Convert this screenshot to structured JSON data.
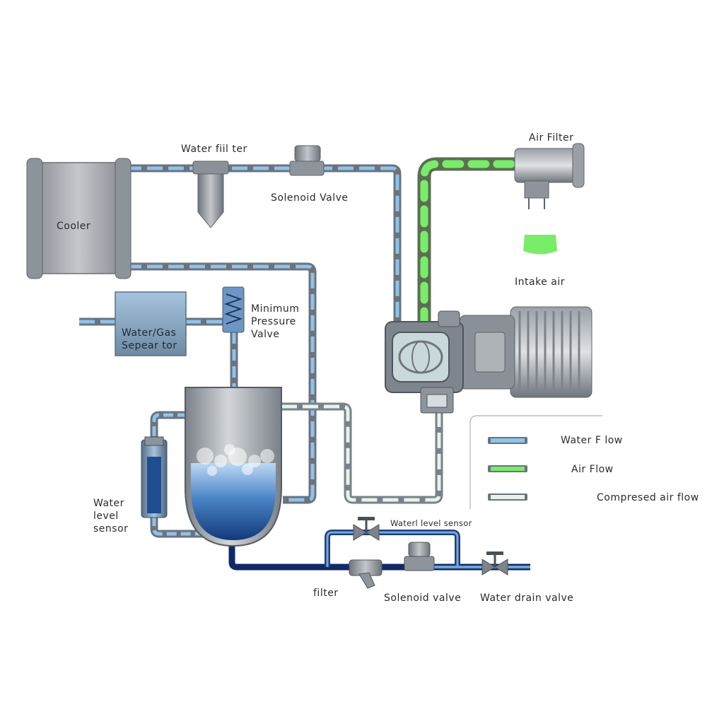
{
  "colors": {
    "water_flow": "#8ec3ea",
    "air_flow": "#79ec69",
    "compressed_air_flow": "#e6f3ea",
    "pipe_gray": "#6b737c",
    "drain_pipe": "#102a66",
    "tank_water": "#2f6ab6"
  },
  "labels": {
    "cooler": "Cooler",
    "water_filter": "Water fiil ter",
    "solenoid_valve_top": "Solenoid Valve",
    "air_filter": "Air Filter",
    "intake_air": "Intake air",
    "water_gas_separator": "Water/Gas\nSepear tor",
    "minimum_pressure_valve": "Minimum\nPressure\nValve",
    "water_level_sensor_left": "Water\nlevel\nsensor",
    "water_level_sensor_bottom": "Waterl level sensor",
    "filter": "filter",
    "solenoid_valve_bottom": "Solenoid valve",
    "water_drain_valve": "Water drain valve"
  },
  "legend": {
    "items": [
      {
        "label": "Water F low",
        "color_key": "water_flow"
      },
      {
        "label": "Air Flow",
        "color_key": "air_flow"
      },
      {
        "label": "Compresed air flow",
        "color_key": "compressed_air_flow"
      }
    ]
  },
  "icons": [
    "cooler-icon",
    "water-filter-icon",
    "solenoid-valve-icon",
    "air-filter-icon",
    "air-end-compressor-icon",
    "motor-icon",
    "separator-tank-icon",
    "water-level-sensor-icon",
    "minimum-pressure-valve-icon",
    "gate-valve-icon",
    "y-strainer-icon"
  ]
}
